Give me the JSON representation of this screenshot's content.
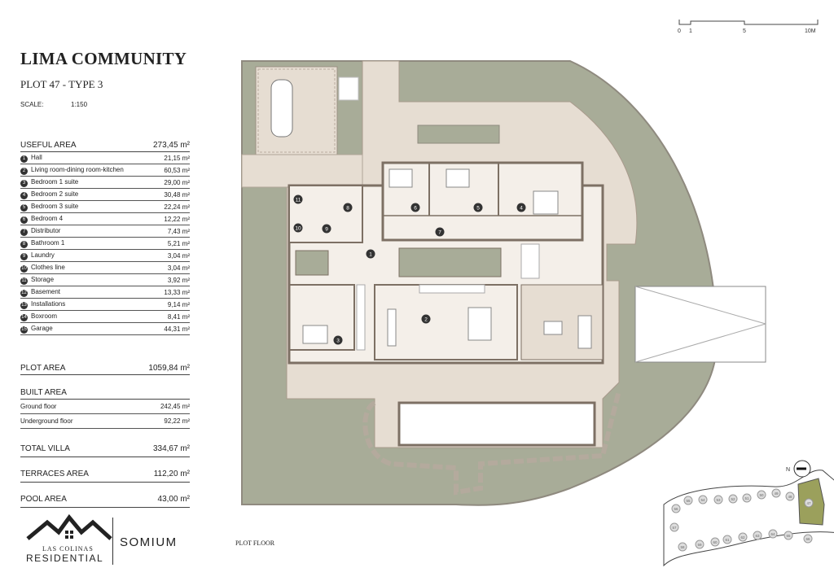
{
  "header": {
    "title": "LIMA COMMUNITY",
    "subtitle": "PLOT 47 - TYPE 3",
    "scale_label": "SCALE:",
    "scale_value": "1:150"
  },
  "useful_area": {
    "label": "USEFUL AREA",
    "value": "273,45 m²",
    "rooms": [
      {
        "n": "1",
        "name": "Hall",
        "area": "21,15 m²"
      },
      {
        "n": "2",
        "name": "Living room-dining room-kitchen",
        "area": "60,53 m²"
      },
      {
        "n": "3",
        "name": "Bedroom 1 suite",
        "area": "29,00 m²"
      },
      {
        "n": "4",
        "name": "Bedroom 2 suite",
        "area": "30,48 m²"
      },
      {
        "n": "5",
        "name": "Bedroom 3 suite",
        "area": "22,24 m²"
      },
      {
        "n": "6",
        "name": "Bedroom 4",
        "area": "12,22 m²"
      },
      {
        "n": "7",
        "name": "Distributor",
        "area": "7,43 m²"
      },
      {
        "n": "8",
        "name": "Bathroom 1",
        "area": "5,21 m²"
      },
      {
        "n": "9",
        "name": "Laundry",
        "area": "3,04 m²"
      },
      {
        "n": "10",
        "name": "Clothes line",
        "area": "3,04 m²"
      },
      {
        "n": "11",
        "name": "Storage",
        "area": "3,92 m²"
      },
      {
        "n": "12",
        "name": "Basement",
        "area": "13,33 m²"
      },
      {
        "n": "13",
        "name": "Installations",
        "area": "9,14 m²"
      },
      {
        "n": "14",
        "name": "Boxroom",
        "area": "8,41 m²"
      },
      {
        "n": "15",
        "name": "Garage",
        "area": "44,31 m²"
      }
    ]
  },
  "plot_area": {
    "label": "PLOT AREA",
    "value": "1059,84 m²"
  },
  "built_area": {
    "label": "BUILT AREA",
    "ground_label": "Ground floor",
    "ground_value": "242,45 m²",
    "under_label": "Underground floor",
    "under_value": "92,22 m²"
  },
  "total_villa": {
    "label": "TOTAL VILLA",
    "value": "334,67 m²"
  },
  "terraces": {
    "label": "TERRACES AREA",
    "value": "112,20 m²"
  },
  "pool": {
    "label": "POOL AREA",
    "value": "43,00 m²"
  },
  "logo": {
    "line1": "LAS COLINAS",
    "line2": "RESIDENTIAL",
    "brand": "SOMIUM"
  },
  "plan": {
    "caption": "PLOT FLOOR",
    "room_markers": [
      "1",
      "2",
      "3",
      "4",
      "5",
      "6",
      "7",
      "8",
      "9",
      "10",
      "11"
    ]
  },
  "scale_bar": {
    "ticks": [
      "0",
      "1",
      "5",
      "10M"
    ]
  },
  "compass": {
    "label": "N"
  },
  "site_map": {
    "highlight_color": "#9ba05c",
    "top_row": [
      "56",
      "55",
      "54",
      "53",
      "52",
      "51",
      "50",
      "49",
      "48",
      "47"
    ],
    "bottom_row": [
      "57",
      "58",
      "59",
      "60",
      "61",
      "62",
      "63",
      "64",
      "65",
      "66"
    ]
  },
  "colors": {
    "garden": "#a8ac98",
    "terrace": "#e6ddd2",
    "interior": "#f4efe9",
    "wall": "#7d7064",
    "pool": "#ffffff"
  }
}
